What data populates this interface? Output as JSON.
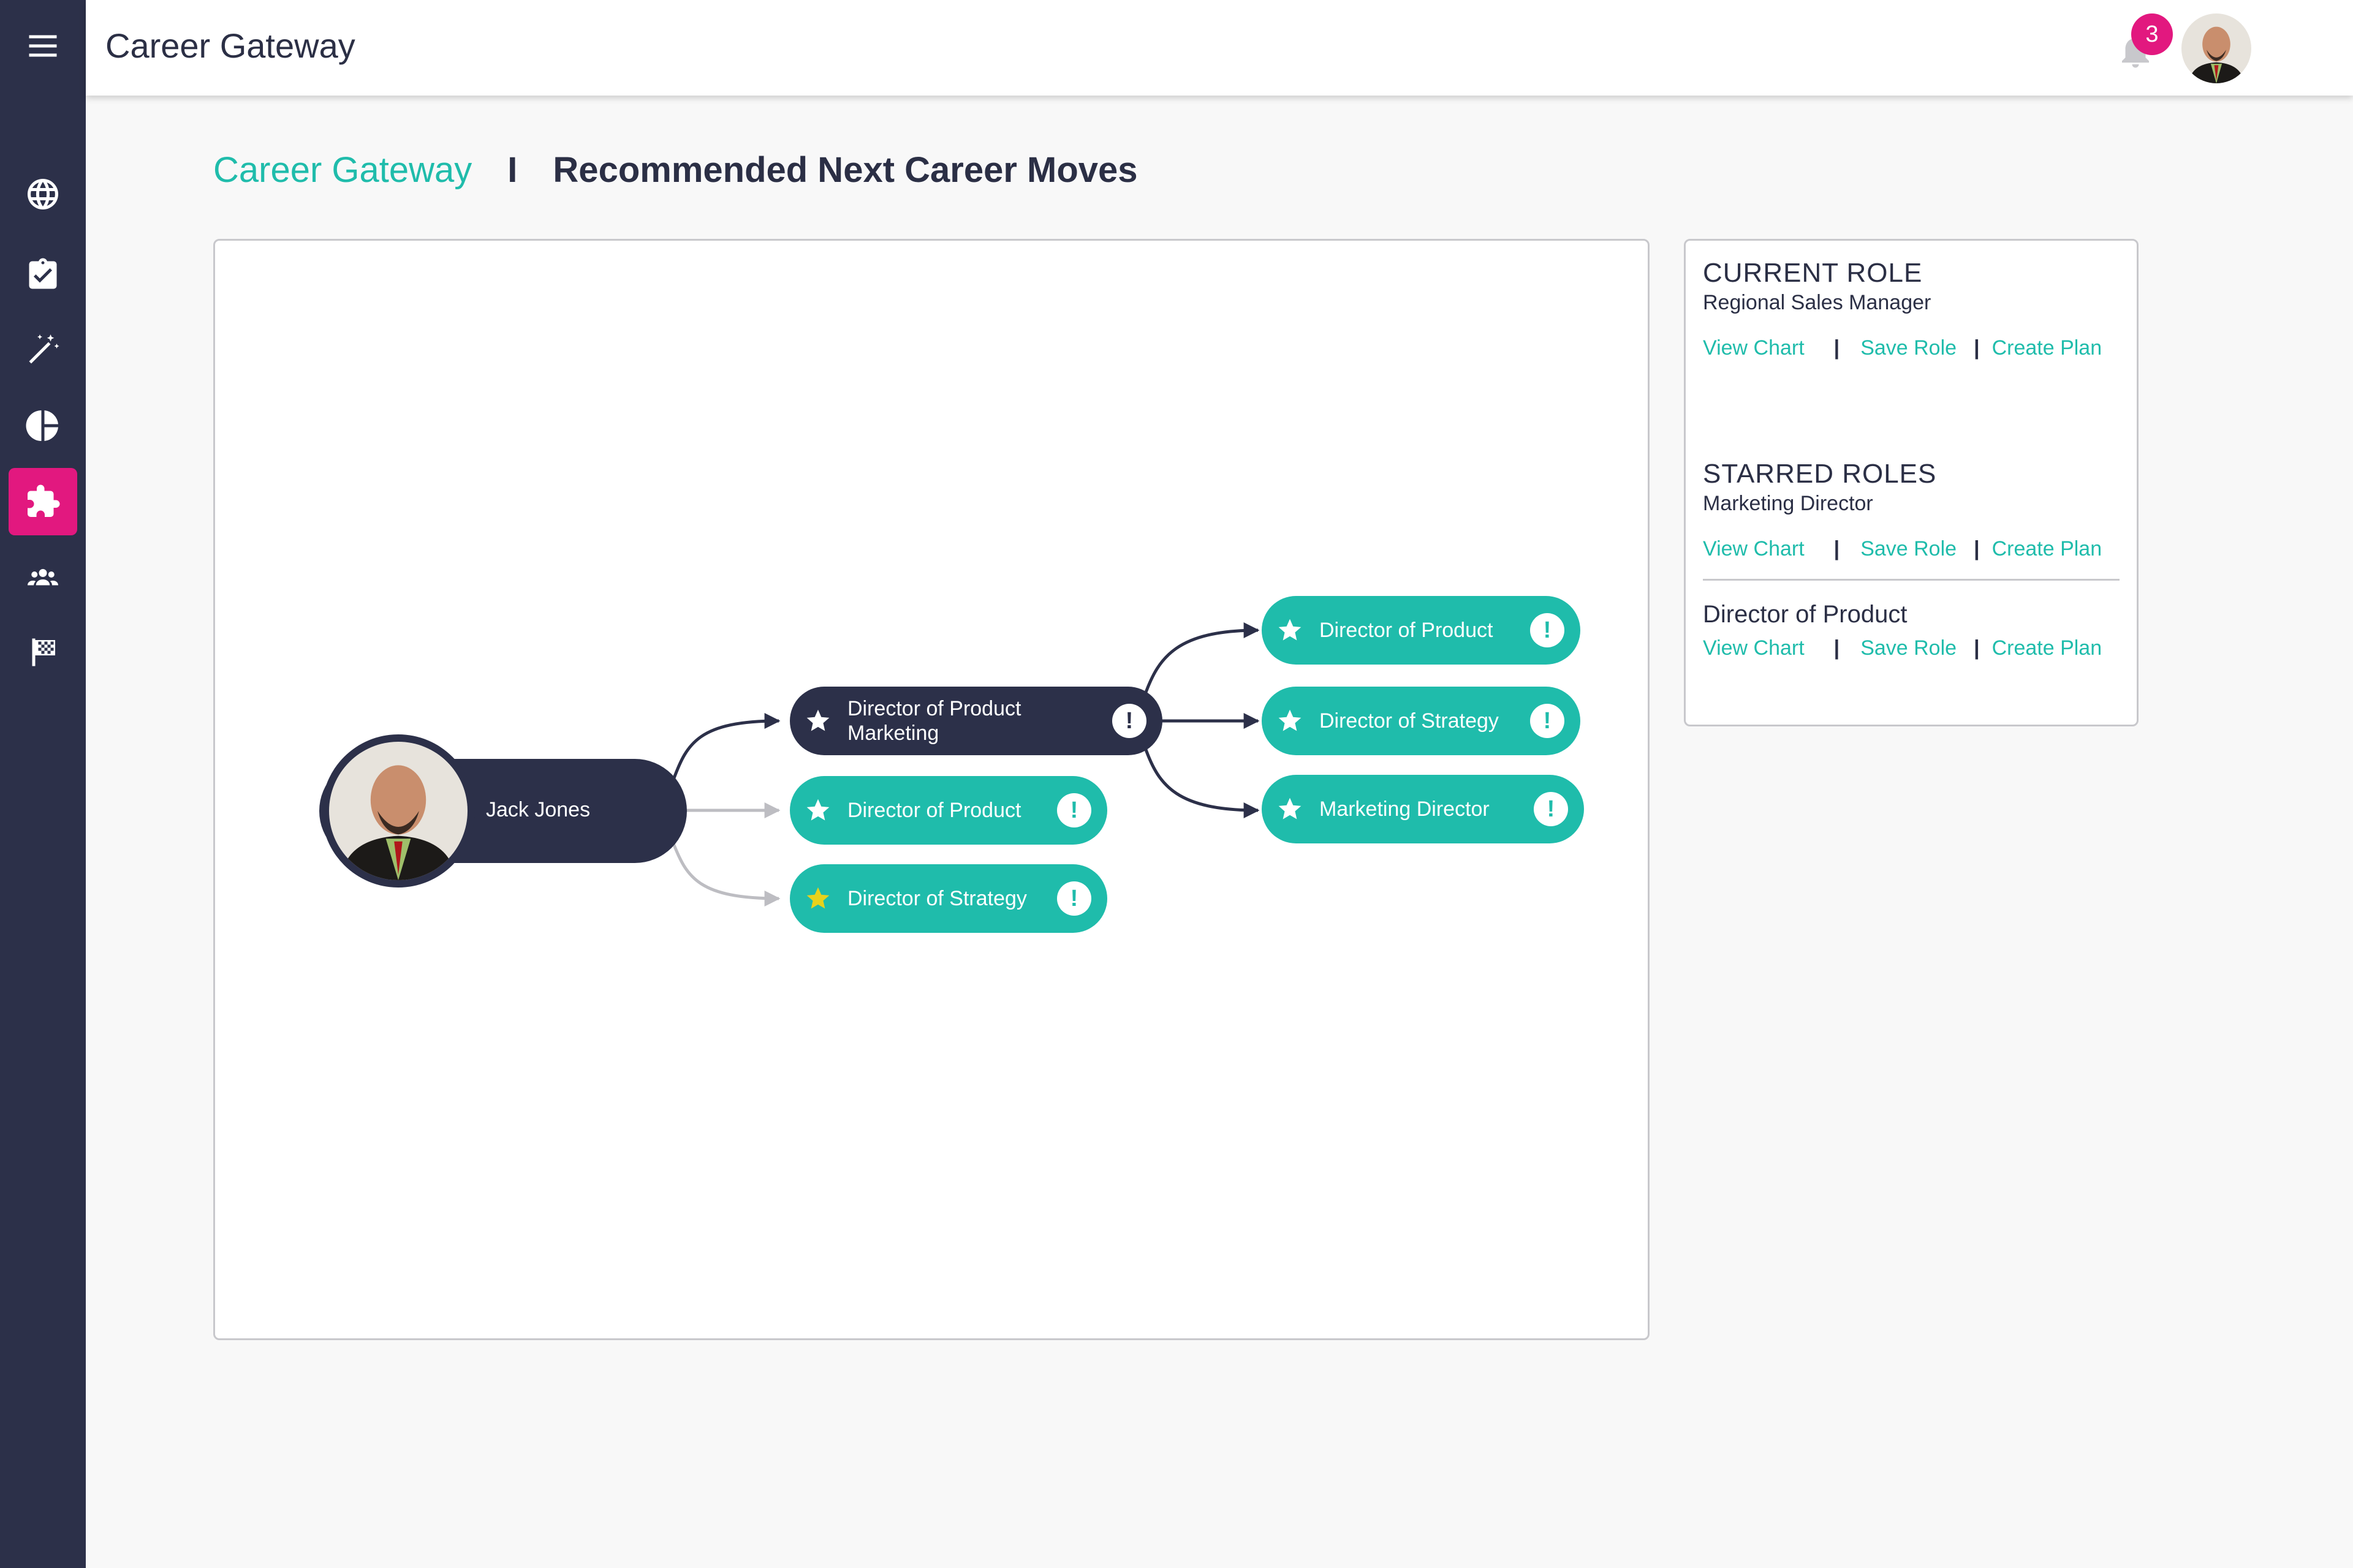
{
  "app": {
    "title": "Career Gateway",
    "notifications_count": "3"
  },
  "sidebar": {
    "items": [
      {
        "name": "menu-icon"
      },
      {
        "name": "globe-icon"
      },
      {
        "name": "clipboard-check-icon"
      },
      {
        "name": "magic-wand-icon"
      },
      {
        "name": "pie-chart-icon"
      },
      {
        "name": "puzzle-icon",
        "active": true
      },
      {
        "name": "people-icon"
      },
      {
        "name": "flag-icon"
      }
    ]
  },
  "breadcrumb": {
    "root": "Career Gateway",
    "separator": "I",
    "current": "Recommended Next Career Moves"
  },
  "career_chart": {
    "person": "Jack Jones",
    "first_level": [
      {
        "label": "Director of Product Marketing",
        "style": "dark",
        "starred": false
      },
      {
        "label": "Director of Product",
        "style": "teal",
        "starred": false
      },
      {
        "label": "Director of Strategy",
        "style": "teal",
        "starred": true
      }
    ],
    "second_level": [
      {
        "label": "Director of Product",
        "style": "teal"
      },
      {
        "label": "Director of Strategy",
        "style": "teal"
      },
      {
        "label": "Marketing Director",
        "style": "teal"
      }
    ],
    "alert_glyph": "!"
  },
  "info_panel": {
    "current_role": {
      "heading": "CURRENT ROLE",
      "role": "Regional Sales Manager"
    },
    "starred_roles": {
      "heading": "STARRED ROLES",
      "role": "Marketing Director"
    },
    "selected_role": {
      "role": "Director of Product"
    },
    "actions": {
      "view_chart": "View Chart",
      "save_role": "Save Role",
      "create_plan": "Create Plan",
      "separator": "|"
    }
  },
  "colors": {
    "sidebar": "#2c3049",
    "accent_teal": "#1fbcab",
    "accent_pink": "#e2187f",
    "dark_node": "#2c3049",
    "star_yellow": "#e8d21c"
  }
}
